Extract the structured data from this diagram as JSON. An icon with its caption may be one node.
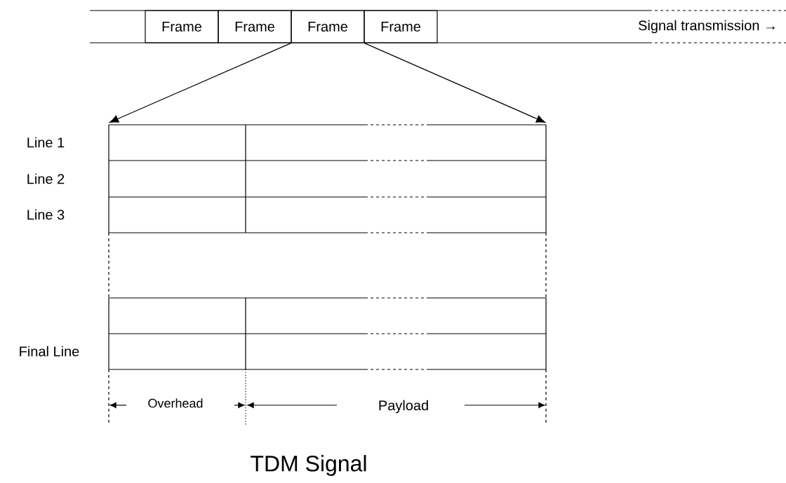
{
  "diagram": {
    "title": "TDM Signal",
    "nodes": [
      {
        "text": [
          "Frame"
        ]
      },
      {
        "text": [
          "Frame"
        ]
      },
      {
        "text": [
          "Frame"
        ]
      },
      {
        "text": [
          "Frame"
        ]
      },
      {
        "text": [],
        "shape": "box"
      }
    ],
    "edges": [
      {
        "from": 2,
        "to": 4,
        "arrow": "to"
      },
      {
        "from": 2,
        "to": 4,
        "arrow": "to"
      }
    ],
    "labels": [
      "Signal transmission →",
      "Line 1",
      "Line 2",
      "Line 3",
      "Final Line",
      "Overhead",
      "Payload"
    ]
  }
}
